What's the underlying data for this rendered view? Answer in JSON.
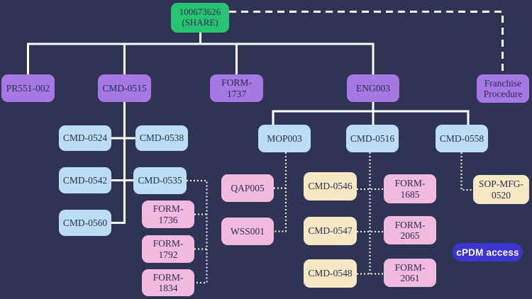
{
  "colors": {
    "background": "#2f3354",
    "root_fill": "#28c373",
    "branch_fill": "#a678e4",
    "doc_blue_fill": "#bcdef4",
    "doc_pink_fill": "#f2bade",
    "doc_tan_fill": "#f8e9c4",
    "line": "#ffffff",
    "text": "#2b2d52",
    "badge_fill": "#3d35d2",
    "badge_text": "#ffffff"
  },
  "badge": {
    "label": "cPDM access"
  },
  "diagram": {
    "root": {
      "label": "100673626\n(SHARE)",
      "children": [
        {
          "label": "PR551-002"
        },
        {
          "label": "CMD-0515",
          "children": [
            {
              "label": "CMD-0524"
            },
            {
              "label": "CMD-0538"
            },
            {
              "label": "CMD-0542"
            },
            {
              "label": "CMD-0535",
              "children": [
                {
                  "label": "FORM-\n1736"
                },
                {
                  "label": "FORM-\n1792"
                },
                {
                  "label": "FORM-\n1834"
                }
              ]
            },
            {
              "label": "CMD-0560"
            }
          ]
        },
        {
          "label": "FORM-\n1737"
        },
        {
          "label": "ENG003",
          "children": [
            {
              "label": "MOP003",
              "children": [
                {
                  "label": "QAP005"
                },
                {
                  "label": "WSS001"
                }
              ]
            },
            {
              "label": "CMD-0516",
              "children": [
                {
                  "label": "CMD-0546"
                },
                {
                  "label": "FORM-\n1685"
                },
                {
                  "label": "CMD-0547"
                },
                {
                  "label": "FORM-\n2065"
                },
                {
                  "label": "CMD-0548"
                },
                {
                  "label": "FORM-\n2061"
                }
              ]
            },
            {
              "label": "CMD-0558",
              "children": [
                {
                  "label": "SOP-MFG-\n0520"
                }
              ]
            }
          ]
        },
        {
          "label": "Franchise\nProcedure"
        }
      ]
    }
  }
}
